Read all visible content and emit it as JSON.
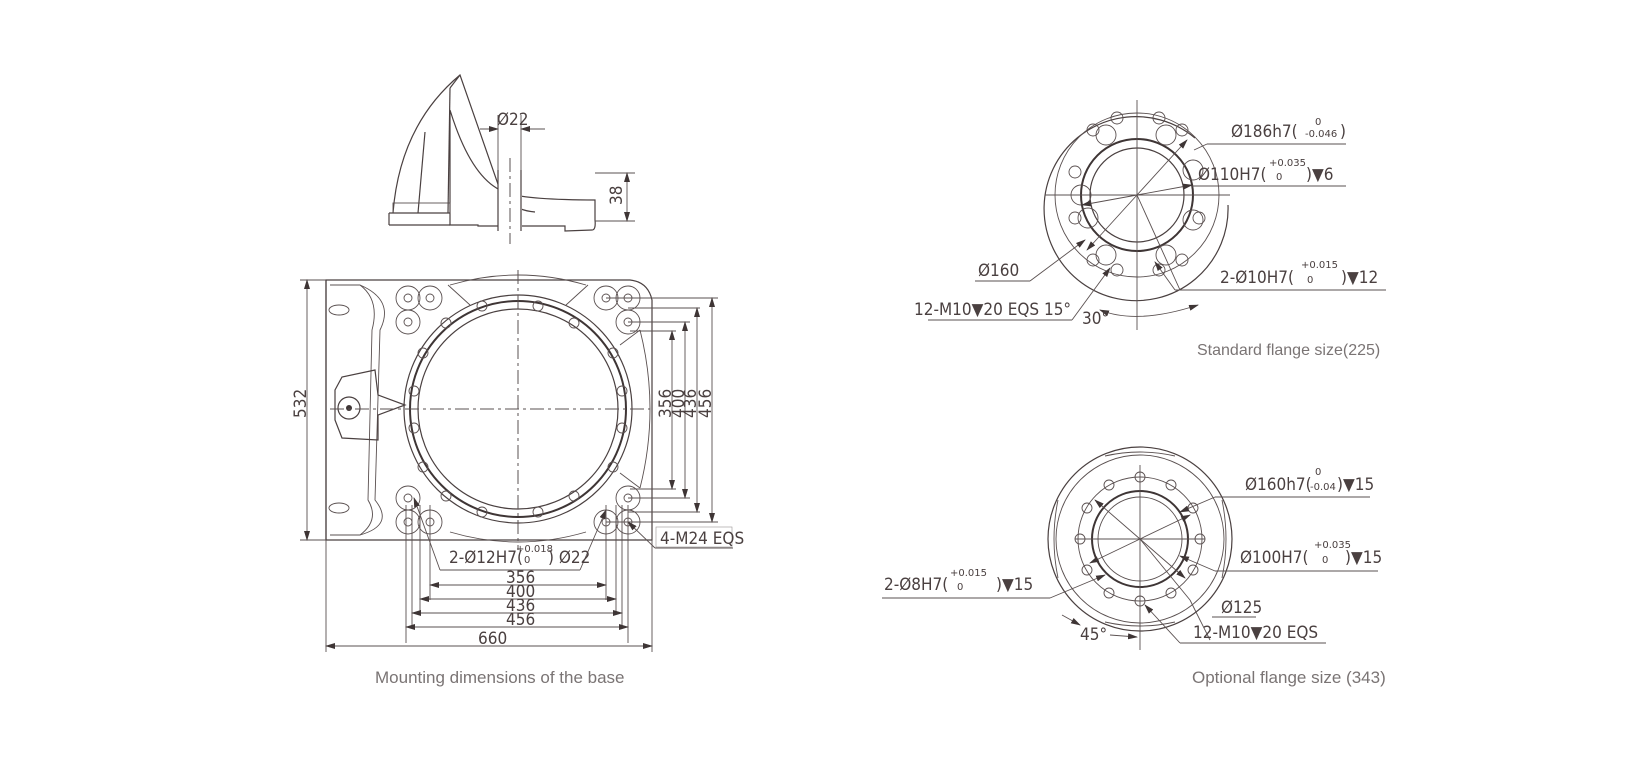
{
  "base": {
    "caption": "Mounting dimensions of the base",
    "section_view": {
      "hole_diameter": "Ø22",
      "thickness": "38"
    },
    "height_overall": "532",
    "width_overall": "660",
    "vertical_dims": [
      "356",
      "400",
      "436",
      "456"
    ],
    "horizontal_dims": [
      "356",
      "400",
      "436",
      "456"
    ],
    "pin_hole_label": "2-Ø12H7(",
    "pin_hole_tol_upper": "+0.018",
    "pin_hole_tol_lower": "0",
    "pin_hole_suffix": ") Ø22",
    "bolt_label": "4-M24 EQS"
  },
  "standard_flange": {
    "caption": "Standard flange size(225)",
    "outer_fit": {
      "label": "Ø186h7(",
      "tol_upper": "0",
      "tol_lower": "-0.046",
      "suffix": ")"
    },
    "inner_fit": {
      "label": "Ø110H7(",
      "tol_upper": "+0.035",
      "tol_lower": "0",
      "suffix": ")▼6"
    },
    "pcd": "Ø160",
    "pin_holes": {
      "label": "2-Ø10H7(",
      "tol_upper": "+0.015",
      "tol_lower": "0",
      "suffix": ")▼12"
    },
    "bolts": "12-M10▼20 EQS 15°",
    "angle": "30°"
  },
  "optional_flange": {
    "caption": "Optional flange size (343)",
    "outer_fit": {
      "label": "Ø160h7(",
      "tol_upper": "0",
      "tol_lower": "-0.04",
      "suffix": ")▼15"
    },
    "inner_fit": {
      "label": "Ø100H7(",
      "tol_upper": "+0.035",
      "tol_lower": "0",
      "suffix": ")▼15"
    },
    "pin_holes": {
      "label": "2-Ø8H7(",
      "tol_upper": "+0.015",
      "tol_lower": "0",
      "suffix": ")▼15"
    },
    "pcd": "Ø125",
    "bolts": "12-M10▼20 EQS",
    "angle": "45°"
  }
}
